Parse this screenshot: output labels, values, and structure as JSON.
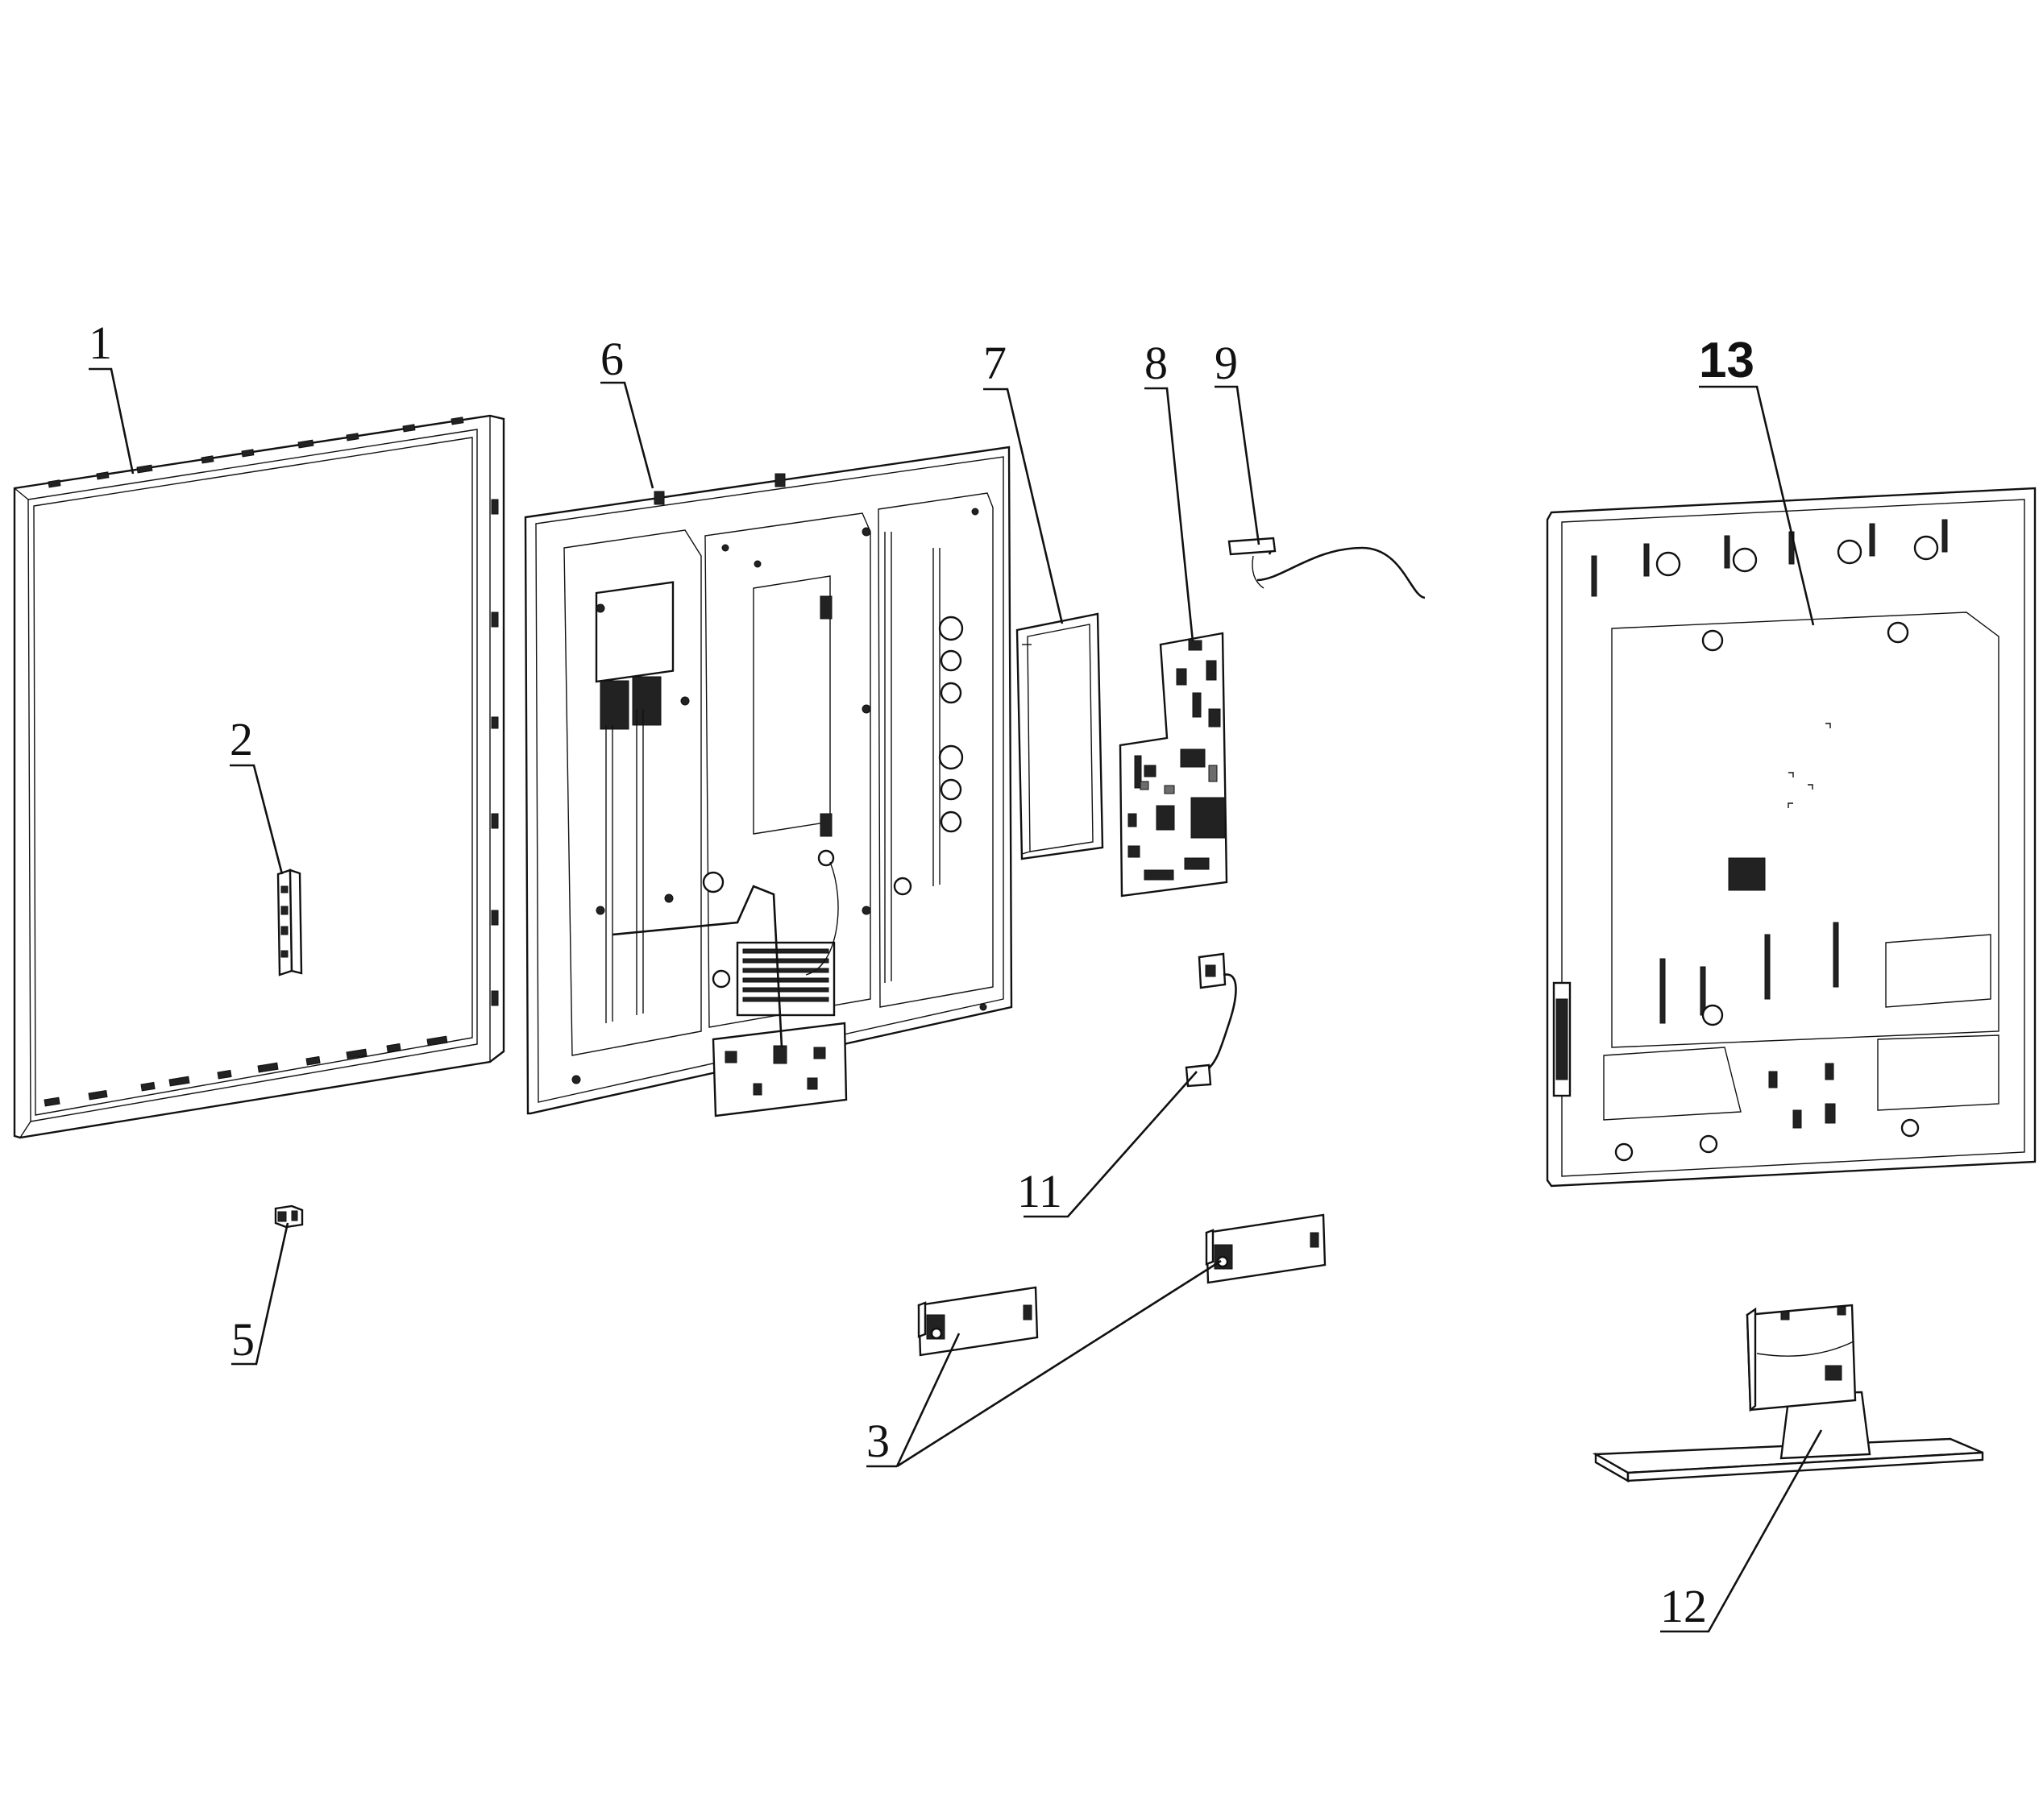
{
  "callouts": {
    "c1": "1",
    "c2": "2",
    "c3": "3",
    "c5": "5",
    "c6": "6",
    "c7": "7",
    "c8": "8",
    "c9": "9",
    "c11": "11",
    "c12": "12",
    "c13": "13"
  },
  "colors": {
    "ink": "#111111",
    "background": "#ffffff"
  }
}
